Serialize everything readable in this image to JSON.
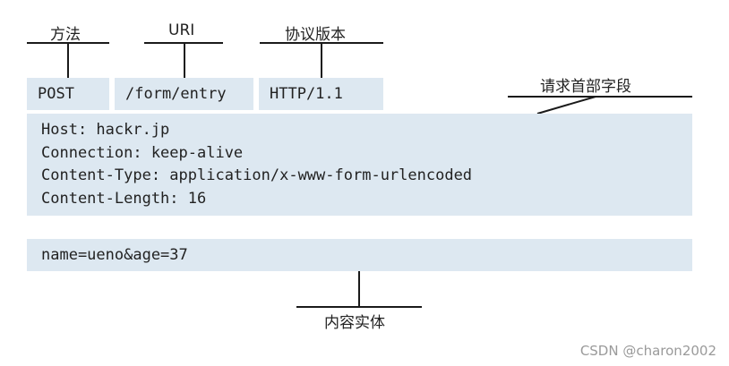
{
  "labels": {
    "method": "方法",
    "uri": "URI",
    "version": "协议版本",
    "headers": "请求首部字段",
    "body": "内容实体"
  },
  "request_line": {
    "method": "POST",
    "uri": "/form/entry",
    "version": "HTTP/1.1"
  },
  "header_fields": [
    "Host: hackr.jp",
    "Connection: keep-alive",
    "Content-Type: application/x-www-form-urlencoded",
    "Content-Length: 16"
  ],
  "body_content": "name=ueno&age=37",
  "watermark": "CSDN @charon2002",
  "colors": {
    "box_fill": "#dde8f1",
    "line": "#1a1a1a",
    "text": "#222222",
    "watermark": "#9a9a9a"
  }
}
